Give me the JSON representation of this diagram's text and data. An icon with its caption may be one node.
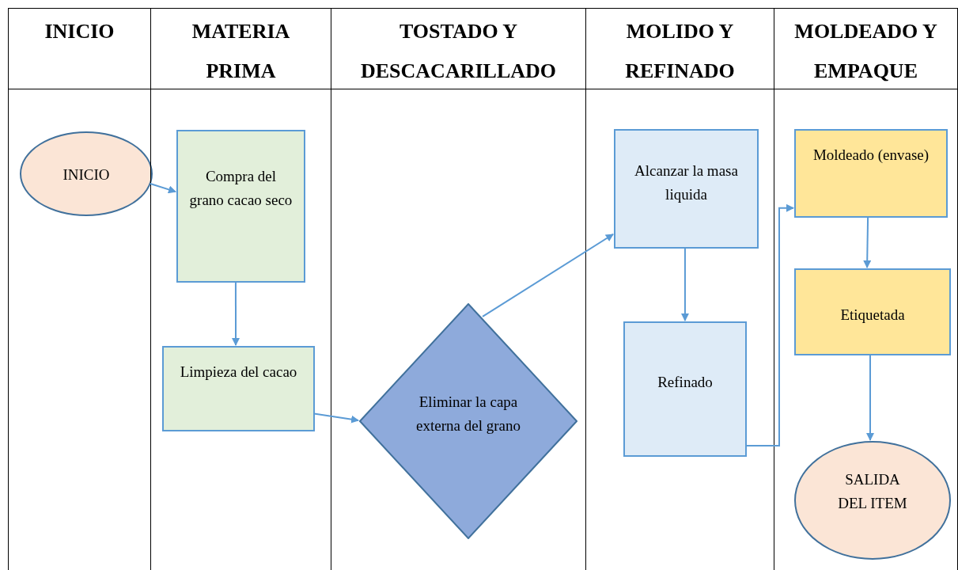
{
  "diagram": {
    "nodes": [
      {
        "text": [
          "INICIO"
        ]
      },
      {
        "text": [
          "MATERIA PRIMA"
        ]
      },
      {
        "text": [
          "TOSTADO Y DESCACARILLADO"
        ]
      },
      {
        "text": [
          "MOLIDO Y REFINADO"
        ]
      },
      {
        "text": [
          "MOLDEADO Y EMPAQUE"
        ]
      },
      {
        "text": [
          "INICIO"
        ],
        "in": 0
      },
      {
        "text": [
          "Compra del grano cacao seco"
        ],
        "in": 1
      },
      {
        "text": [
          "Limpieza del cacao"
        ],
        "in": 1
      },
      {
        "text": [
          "Eliminar la capa externa del grano"
        ],
        "in": 2
      },
      {
        "text": [
          "Alcanzar la masa liquida"
        ],
        "in": 3
      },
      {
        "text": [
          "Refinado"
        ],
        "in": 3
      },
      {
        "text": [
          "Moldeado (envase)"
        ],
        "in": 4
      },
      {
        "text": [
          "Etiquetada"
        ],
        "in": 4
      },
      {
        "text": [
          "SALIDA DEL ITEM"
        ],
        "in": 4
      }
    ],
    "edges": [
      {
        "from": 5,
        "to": 6,
        "arrow": "to"
      },
      {
        "from": 6,
        "to": 7,
        "arrow": "to"
      },
      {
        "from": 7,
        "to": 8,
        "arrow": "to"
      },
      {
        "from": 8,
        "to": 9,
        "arrow": "to"
      },
      {
        "from": 9,
        "to": 10,
        "arrow": "to"
      },
      {
        "from": 10,
        "to": 11,
        "arrow": "to"
      },
      {
        "from": 11,
        "to": 12,
        "arrow": "to"
      },
      {
        "from": 12,
        "to": 13,
        "arrow": "to"
      }
    ]
  }
}
